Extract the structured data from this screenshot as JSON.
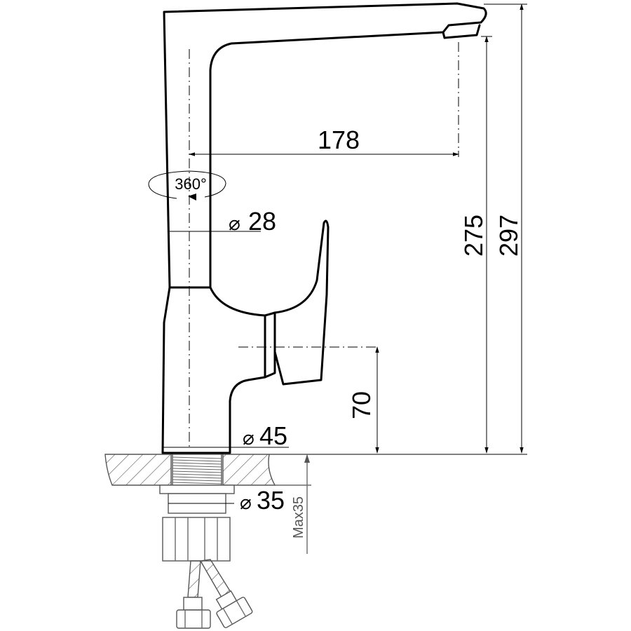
{
  "dimensions": {
    "spout_reach": "178",
    "rotation": "360°",
    "body_diameter": "28",
    "base_diameter": "45",
    "handle_height": "70",
    "height_to_outlet": "275",
    "total_height": "297",
    "thread_diameter": "35",
    "max_counter_thickness": "Max35"
  },
  "symbols": {
    "diameter": "⌀"
  }
}
